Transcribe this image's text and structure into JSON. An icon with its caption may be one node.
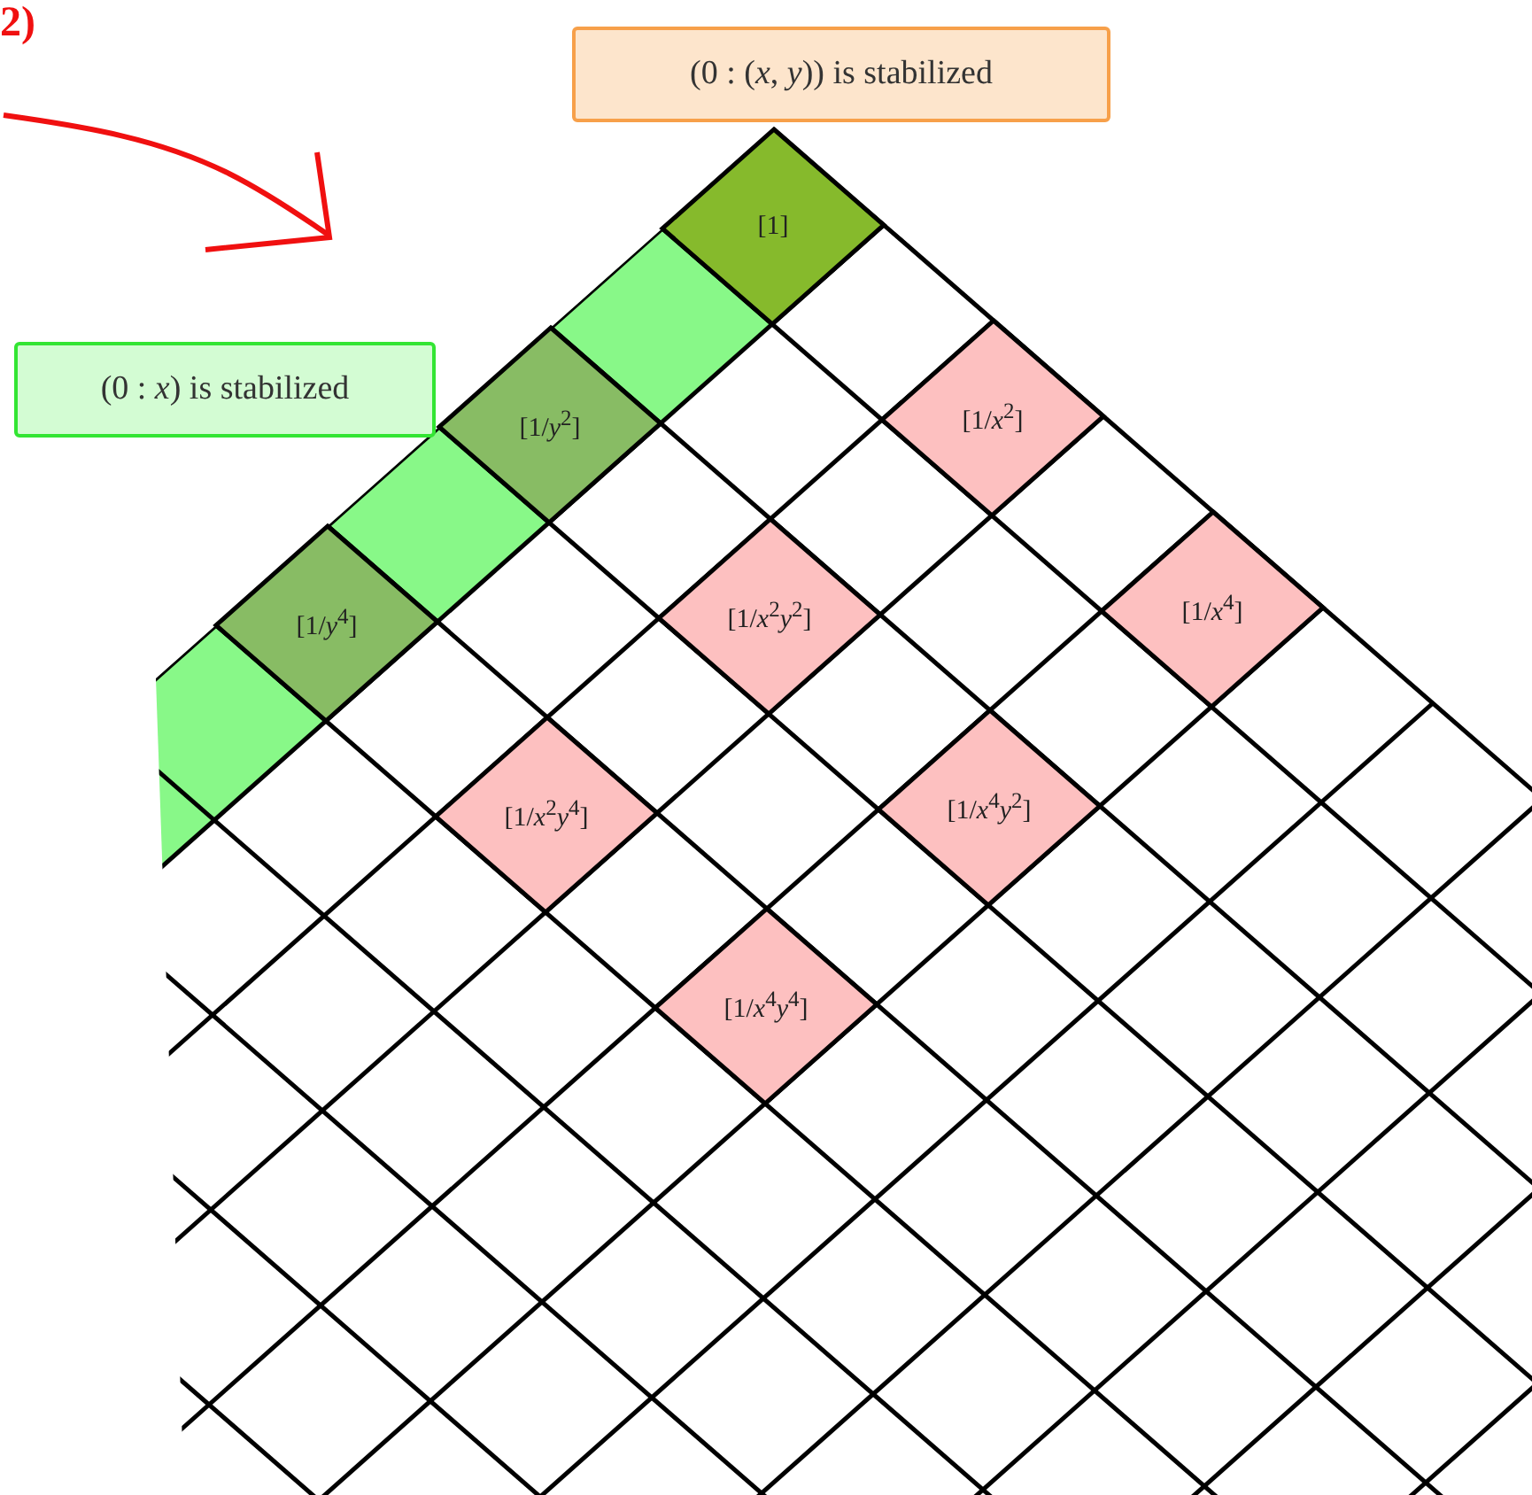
{
  "diagram": {
    "nodes": [
      {
        "text": [
          "(0 : (*x*, *y*)) is stabilized"
        ]
      },
      {
        "text": [
          "(0 : *x*) is stabilized"
        ]
      },
      {
        "text": [
          "[1]"
        ]
      },
      {
        "text": [
          "[1/*y*$^{2}$]"
        ]
      },
      {
        "text": [
          "[1/*x*$^{2}$]"
        ]
      },
      {
        "text": [
          "[1/*y*$^{4}$]"
        ]
      },
      {
        "text": [
          "[1/*x*$^{2}$*y*$^{2}$]"
        ]
      },
      {
        "text": [
          "[1/*x*$^{4}$]"
        ]
      },
      {
        "text": [
          "[1/*x*$^{2}$*y*$^{4}$]"
        ]
      },
      {
        "text": [
          "[1/*x*$^{4}$*y*$^{2}$]"
        ]
      },
      {
        "text": [
          "[1/*x*$^{4}$*y*$^{4}$]"
        ]
      }
    ],
    "labels": [
      "2)"
    ]
  }
}
